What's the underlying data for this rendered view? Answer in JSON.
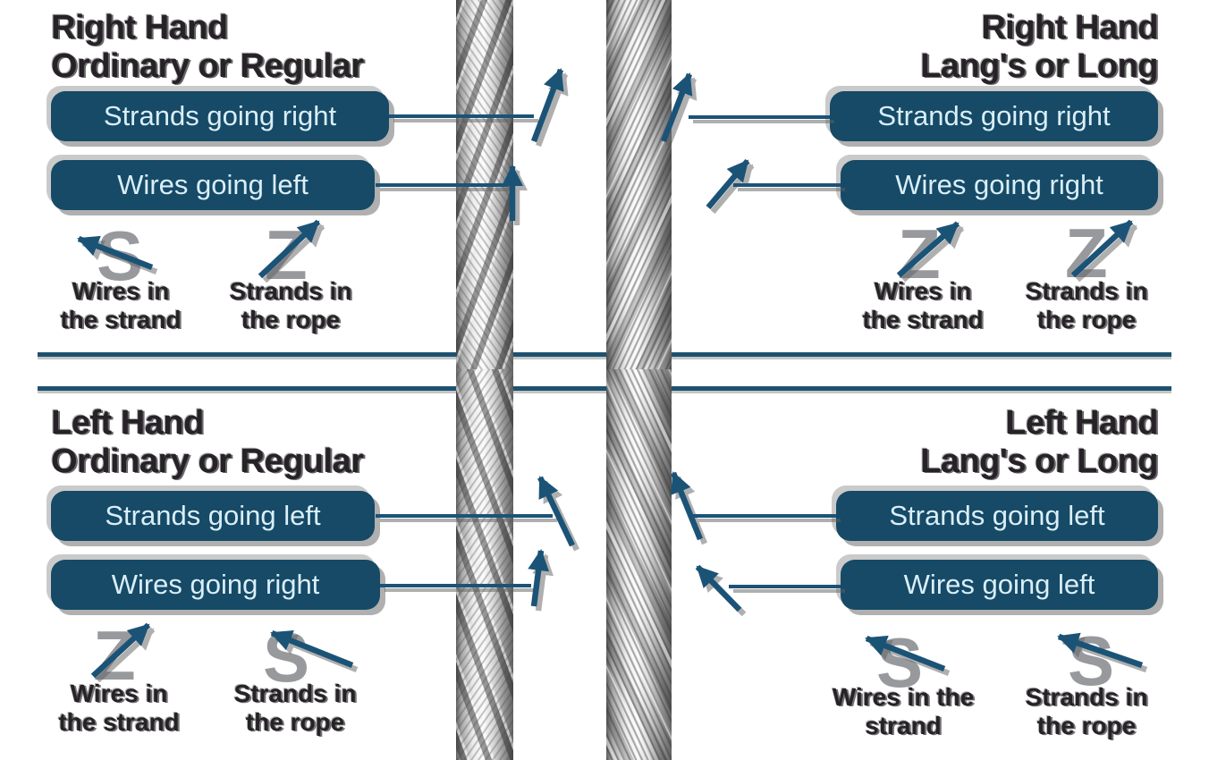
{
  "diagram": {
    "type": "wire-rope-lay-direction-diagram",
    "colors": {
      "pill_background": "#164a66",
      "pill_text": "#d9eef8",
      "arrow_blue": "#1b5377",
      "divider_blue": "#1d5170",
      "lay_letter_gray": "#97999d",
      "heading_text": "#262227"
    },
    "quadrants": [
      {
        "id": "right-hand-ordinary",
        "title_line1": "Right Hand",
        "title_line2": "Ordinary or Regular",
        "pill1": "Strands going right",
        "pill2": "Wires going left",
        "indicator1": {
          "letter": "S",
          "arrow": "up-left",
          "label_line1": "Wires in",
          "label_line2": "the strand"
        },
        "indicator2": {
          "letter": "Z",
          "arrow": "up-right",
          "label_line1": "Strands in",
          "label_line2": "the rope"
        }
      },
      {
        "id": "right-hand-langs",
        "title_line1": "Right Hand",
        "title_line2": "Lang's or Long",
        "pill1": "Strands going right",
        "pill2": "Wires going right",
        "indicator1": {
          "letter": "Z",
          "arrow": "up-right",
          "label_line1": "Wires in",
          "label_line2": "the strand"
        },
        "indicator2": {
          "letter": "Z",
          "arrow": "up-right",
          "label_line1": "Strands in",
          "label_line2": "the rope"
        }
      },
      {
        "id": "left-hand-ordinary",
        "title_line1": "Left Hand",
        "title_line2": "Ordinary or Regular",
        "pill1": "Strands going left",
        "pill2": "Wires going right",
        "indicator1": {
          "letter": "Z",
          "arrow": "up-right",
          "label_line1": "Wires in",
          "label_line2": "the strand"
        },
        "indicator2": {
          "letter": "S",
          "arrow": "up-left",
          "label_line1": "Strands in",
          "label_line2": "the rope"
        }
      },
      {
        "id": "left-hand-langs",
        "title_line1": "Left Hand",
        "title_line2": "Lang's or Long",
        "pill1": "Strands going left",
        "pill2": "Wires going left",
        "indicator1": {
          "letter": "S",
          "arrow": "up-left",
          "label_line1": "Wires in the",
          "label_line2": "strand"
        },
        "indicator2": {
          "letter": "S",
          "arrow": "up-left",
          "label_line1": "Strands in",
          "label_line2": "the rope"
        }
      }
    ],
    "ropes": [
      {
        "name": "regular-lay-wire-rope-photo",
        "top_half": "right-hand-ordinary",
        "bottom_half": "left-hand-ordinary"
      },
      {
        "name": "langs-lay-wire-rope-photo",
        "top_half": "right-hand-langs",
        "bottom_half": "left-hand-langs"
      }
    ]
  }
}
